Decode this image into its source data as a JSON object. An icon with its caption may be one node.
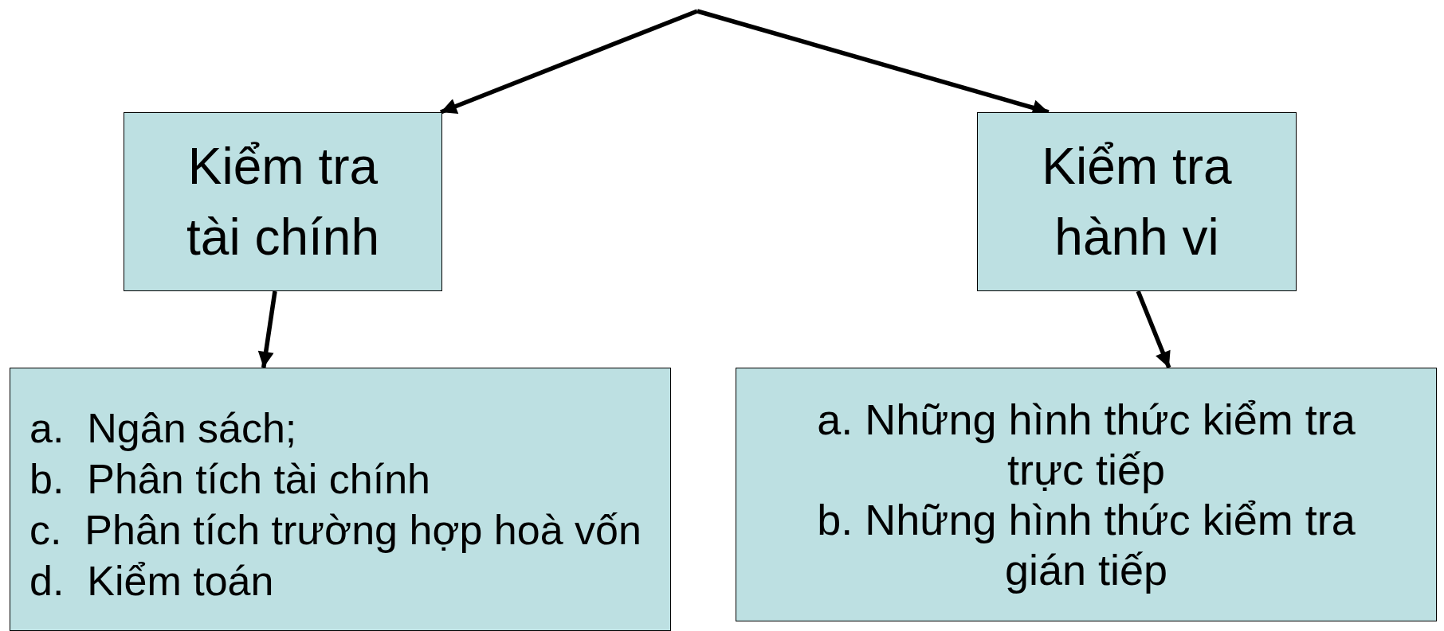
{
  "diagram": {
    "nodes": [
      {
        "text": [
          "Kiểm tra tài chính"
        ]
      },
      {
        "text": [
          "Kiểm tra hành vi"
        ]
      },
      {
        "text": [
          "a.  Ngân sách;",
          "b.  Phân tích tài chính",
          "c.  Phân tích trường hợp hoà vốn",
          "d.  Kiểm toán"
        ]
      },
      {
        "text": [
          "a. Những hình thức kiểm tra trực tiếp",
          "b. Những hình thức kiểm tra gián tiếp"
        ]
      }
    ],
    "edges": [
      {
        "from": null,
        "to": 0,
        "arrow": "to"
      },
      {
        "from": null,
        "to": 1,
        "arrow": "to"
      },
      {
        "from": 0,
        "to": 2,
        "arrow": "to"
      },
      {
        "from": 1,
        "to": 3,
        "arrow": "to"
      }
    ]
  }
}
